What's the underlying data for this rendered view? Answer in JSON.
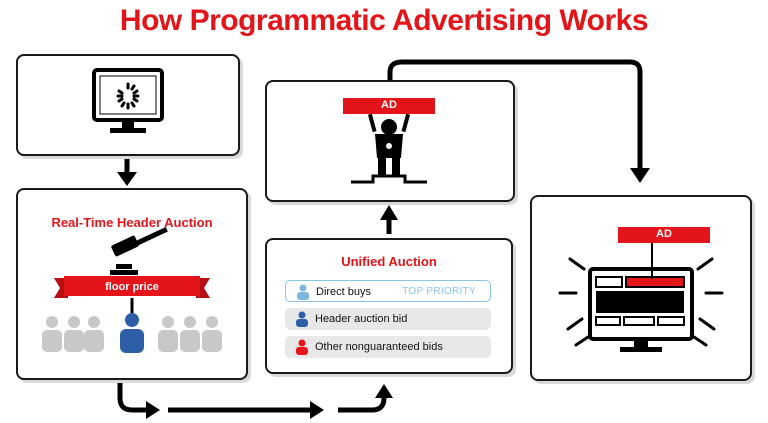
{
  "title": "How Programmatic Advertising Works",
  "header_auction": {
    "title": "Real-Time Header Auction",
    "floor_label": "floor price"
  },
  "unified_auction": {
    "title": "Unified Auction",
    "rows": [
      {
        "label": "Direct buys",
        "tag": "TOP PRIORITY",
        "color": "#7db8e0"
      },
      {
        "label": "Header auction bid",
        "tag": "",
        "color": "#2f5ea8"
      },
      {
        "label": "Other nonguaranteed bids",
        "tag": "",
        "color": "#e3151a"
      }
    ]
  },
  "winner_ad_label": "AD",
  "display_ad_label": "AD",
  "colors": {
    "accent": "#e3151a",
    "dark": "#1a1a1a",
    "grey": "#c8c8c8",
    "blue": "#2f5ea8"
  }
}
